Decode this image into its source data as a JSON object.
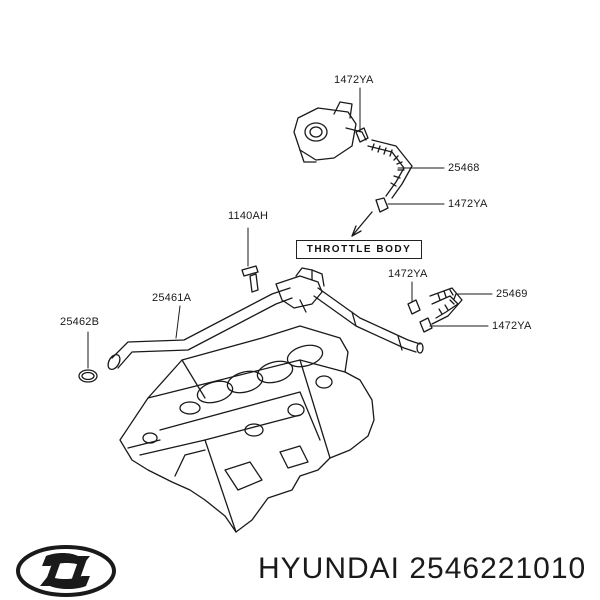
{
  "callouts": {
    "c1472_top": "1472YA",
    "c25468": "25468",
    "c1472_mid": "1472YA",
    "c1140ah": "1140AH",
    "c1472_right": "1472YA",
    "c25469": "25469",
    "c1472_low": "1472YA",
    "c25461a": "25461A",
    "c25462b": "25462B"
  },
  "throttle_label": "THROTTLE  BODY",
  "brand": {
    "logo_icon": "hyundai-logo-icon",
    "text": "HYUNDAI 2546221010"
  },
  "colors": {
    "line": "#1a1a1a",
    "background": "#ffffff"
  }
}
